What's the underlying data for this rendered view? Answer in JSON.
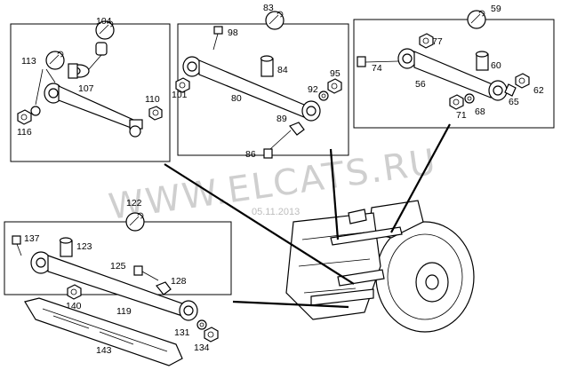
{
  "watermark": "WWW.ELCATS.RU",
  "date_stamp": "05.11.2013",
  "groups": [
    {
      "id": "104",
      "label": "104",
      "parts": [
        "113",
        "107",
        "110",
        "116"
      ]
    },
    {
      "id": "83",
      "label": "83",
      "parts": [
        "98",
        "84",
        "80",
        "101",
        "95",
        "92",
        "89",
        "86"
      ]
    },
    {
      "id": "59",
      "label": "59",
      "parts": [
        "77",
        "74",
        "60",
        "56",
        "62",
        "65",
        "71",
        "68"
      ]
    },
    {
      "id": "122",
      "label": "122",
      "parts": [
        "137",
        "123",
        "125",
        "128",
        "140",
        "119",
        "131",
        "134",
        "143"
      ]
    }
  ],
  "labels": {
    "l104": "104",
    "l113": "113",
    "l107": "107",
    "l110": "110",
    "l116": "116",
    "l83": "83",
    "l98": "98",
    "l84": "84",
    "l80": "80",
    "l101": "101",
    "l95": "95",
    "l92": "92",
    "l89": "89",
    "l86": "86",
    "l59": "59",
    "l77": "77",
    "l74": "74",
    "l60": "60",
    "l56": "56",
    "l62": "62",
    "l65": "65",
    "l71": "71",
    "l68": "68",
    "l122": "122",
    "l137": "137",
    "l123": "123",
    "l125": "125",
    "l128": "128",
    "l140": "140",
    "l119": "119",
    "l131": "131",
    "l134": "134",
    "l143": "143"
  }
}
